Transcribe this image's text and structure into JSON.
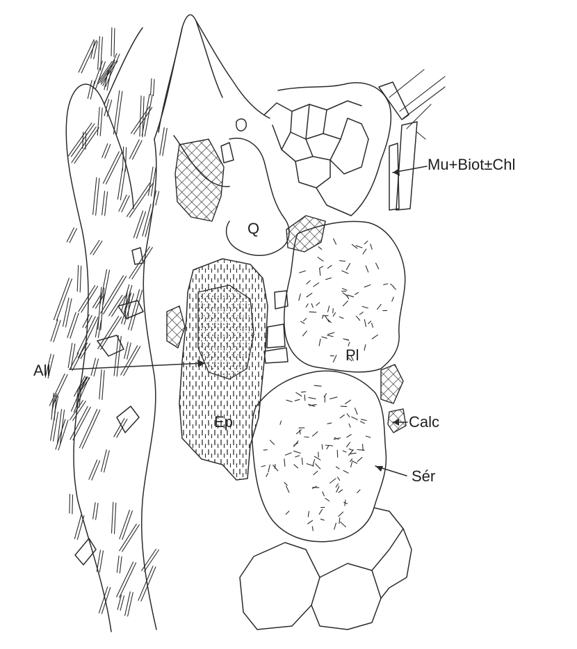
{
  "labels": {
    "q": "Q",
    "mu_biot_chl": "Mu+Biot±Chl",
    "all": "All",
    "pl": "Pl",
    "ep": "Ep",
    "calc": "Calc",
    "ser": "Sér"
  },
  "minerals": [
    {
      "key": "q",
      "pattern": "blank-polygonal-grains"
    },
    {
      "key": "mu_biot_chl",
      "pattern": "elongate-flakes"
    },
    {
      "key": "all",
      "pattern": "stippled-core"
    },
    {
      "key": "pl",
      "pattern": "short-random-dashes"
    },
    {
      "key": "ep",
      "pattern": "vertical-dashes"
    },
    {
      "key": "calc",
      "pattern": "cross-hatch"
    },
    {
      "key": "ser",
      "pattern": "short-random-dashes"
    }
  ]
}
